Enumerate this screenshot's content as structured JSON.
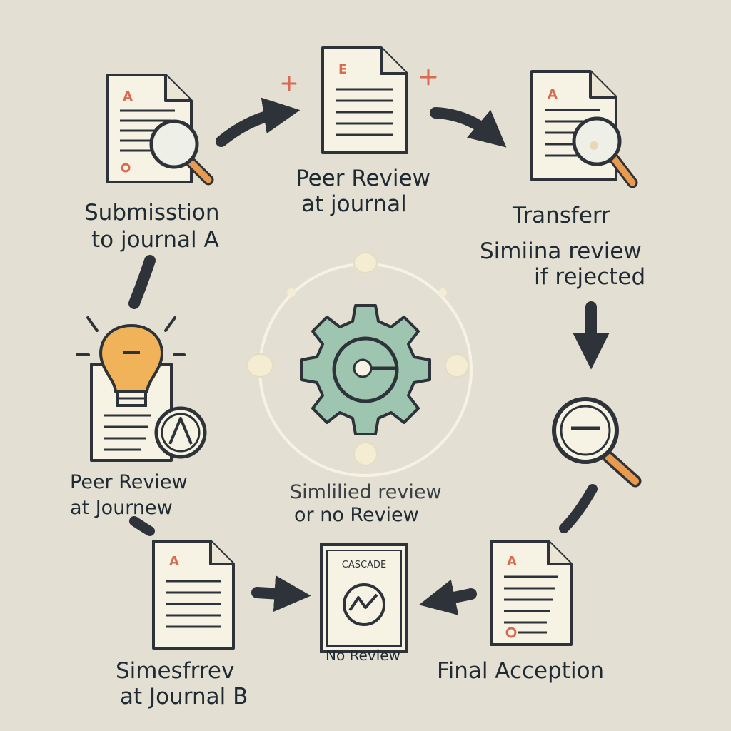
{
  "steps": {
    "submission": {
      "line1": "Submisstion",
      "line2": "to journal A",
      "doc_mark": "A"
    },
    "peer_review_a": {
      "line1": "Peer Review",
      "line2": "at journal",
      "doc_mark": "E"
    },
    "transfer": {
      "line1": "Transferr",
      "line2": "Simiina review",
      "line3": "if rejected",
      "doc_mark": "A"
    },
    "peer_review_b": {
      "line1": "Peer Review",
      "line2": "at Journew"
    },
    "simplified": {
      "line1": "Simlilied review",
      "line2": "or no Review"
    },
    "journal_b": {
      "line1": "Simesfrrev",
      "line2": "at Journal B",
      "doc_mark": "A"
    },
    "cascade": {
      "title": "CASCADE",
      "caption": "No Review"
    },
    "final": {
      "label": "Final Acception",
      "doc_mark": "A"
    }
  },
  "colors": {
    "background": "#e3dfd2",
    "ink": "#2d3338",
    "paper": "#f6f2e4",
    "gear": "#9ec5b0",
    "lens_handle": "#e89a4e",
    "bulb": "#f0b35a",
    "accent_red": "#d86a50"
  },
  "icons": [
    "document-icon",
    "magnifier-icon",
    "gear-icon",
    "lightbulb-icon",
    "arrow-icon",
    "sparkle-icon",
    "cascade-box-icon"
  ]
}
